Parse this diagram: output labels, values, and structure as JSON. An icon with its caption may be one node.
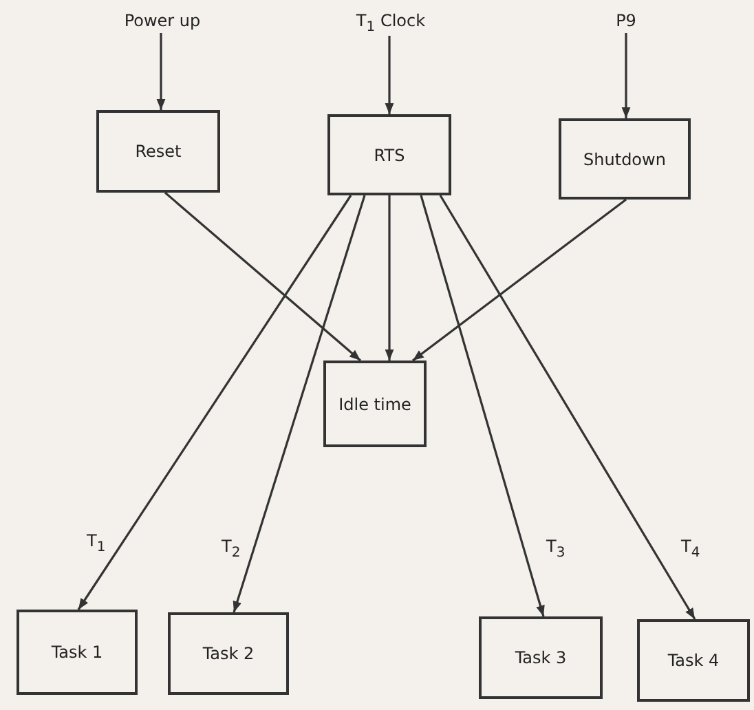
{
  "diagram": {
    "nodes": [
      {
        "text": [
          "Power up"
        ]
      },
      {
        "text": [
          "T$_{1}$ Clock"
        ]
      },
      {
        "text": [
          "P9"
        ]
      },
      {
        "text": [
          "Reset"
        ]
      },
      {
        "text": [
          "RTS"
        ]
      },
      {
        "text": [
          "Shutdown"
        ]
      },
      {
        "text": [
          "Idle time"
        ]
      },
      {
        "text": [
          "Task 1"
        ]
      },
      {
        "text": [
          "Task 2"
        ]
      },
      {
        "text": [
          "Task 3"
        ]
      },
      {
        "text": [
          "Task 4"
        ]
      }
    ],
    "edges": [
      {
        "from": 0,
        "to": 3,
        "arrow": "to"
      },
      {
        "from": 1,
        "to": 4,
        "arrow": "to"
      },
      {
        "from": 2,
        "to": 5,
        "arrow": "to"
      },
      {
        "from": 3,
        "to": 6,
        "arrow": "to"
      },
      {
        "from": 4,
        "to": 6,
        "arrow": "to"
      },
      {
        "from": 5,
        "to": 6,
        "arrow": "to"
      },
      {
        "from": 4,
        "to": 7,
        "arrow": "to",
        "label": "T$_{1}$"
      },
      {
        "from": 4,
        "to": 8,
        "arrow": "to",
        "label": "T$_{2}$"
      },
      {
        "from": 4,
        "to": 9,
        "arrow": "to",
        "label": "T$_{3}$"
      },
      {
        "from": 4,
        "to": 10,
        "arrow": "to",
        "label": "T$_{4}$"
      }
    ]
  }
}
